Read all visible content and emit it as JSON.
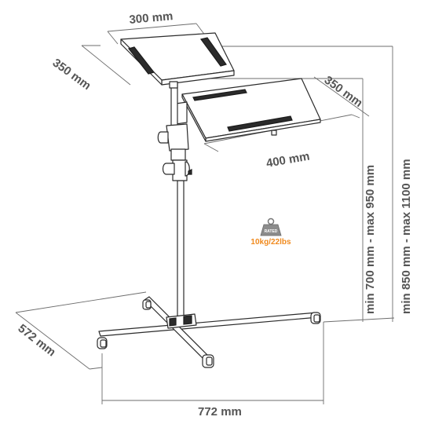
{
  "dimensions": {
    "top_tray_width": "300 mm",
    "top_tray_depth": "350 mm",
    "side_tray_depth": "350 mm",
    "side_tray_width": "400 mm",
    "height_inner": "min 700 mm - max 950 mm",
    "height_outer": "min 850 mm - max 1100 mm",
    "base_depth": "572 mm",
    "base_width": "772 mm"
  },
  "badge": {
    "rated_label": "RATED",
    "load_text": "10kg/22lbs",
    "load_color": "#f08a1e"
  },
  "icons": {
    "weight": "weight-icon"
  }
}
